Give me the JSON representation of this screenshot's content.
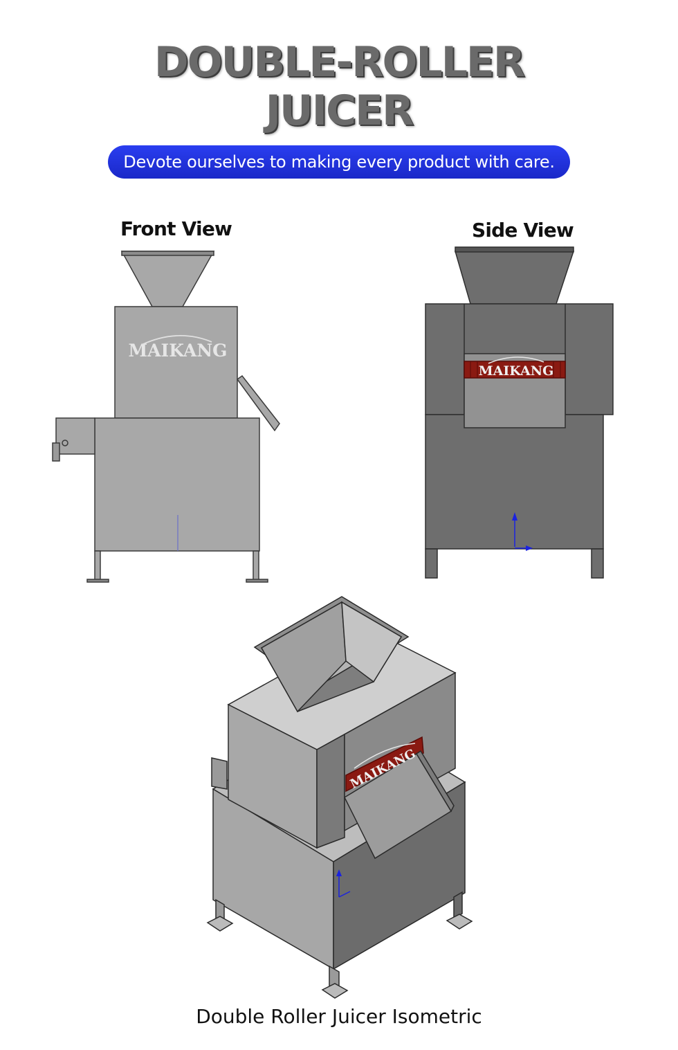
{
  "title": {
    "line1": "DOUBLE-ROLLER",
    "line2": "JUICER"
  },
  "slogan": "Devote ourselves to making every product with care.",
  "views": {
    "front": {
      "label": "Front View",
      "brand": "MAIKANG"
    },
    "side": {
      "label": "Side View",
      "brand": "MAIKANG"
    },
    "isometric": {
      "label": "Double Roller Juicer  Isometric",
      "brand": "MAIKANG"
    }
  },
  "colors": {
    "front_body": "#a8a8a8",
    "side_body": "#6e6e6e",
    "outline": "#3a3a3a",
    "brand_band": "#8a1a12",
    "slogan_bg": "#2233e0",
    "axis_blue": "#1a22e0"
  }
}
